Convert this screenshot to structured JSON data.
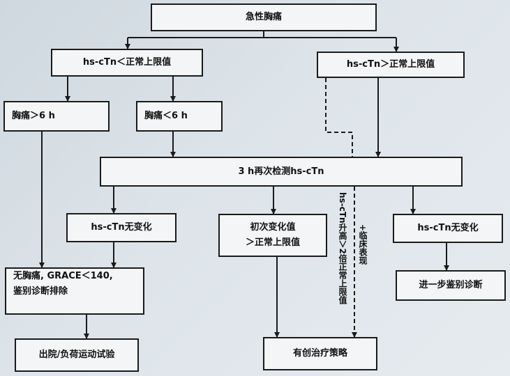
{
  "nodes": {
    "acute_chest_pain": "急性胸痛",
    "hs_ctn_below": "hs-cTn＜正常上限值",
    "hs_ctn_above": "hs-cTn＞正常上限值",
    "pain_gt6": "胸痛＞6 h",
    "pain_lt6": "胸痛＜6 h",
    "recheck": "3 h再次检测hs-cTn",
    "no_change_left": "hs-cTn无变化",
    "initial_change_l1": "初次变化值",
    "initial_change_l2": "＞正常上限值",
    "no_change_right": "hs-cTn无变化",
    "no_pain_l1": "无胸痛, GRACE＜140,",
    "no_pain_l2": "鉴别诊断排除",
    "further_dx": "进一步鉴别诊断",
    "discharge": "出院/负荷运动试验",
    "invasive": "有创治疗策略"
  },
  "edge_labels": {
    "rise_l1": "hs-cTn升高＞2倍正常上限值",
    "rise_l2": "+临床表现"
  },
  "colors": {
    "line": "#1a1a1a",
    "box": "#f3f5f6"
  }
}
